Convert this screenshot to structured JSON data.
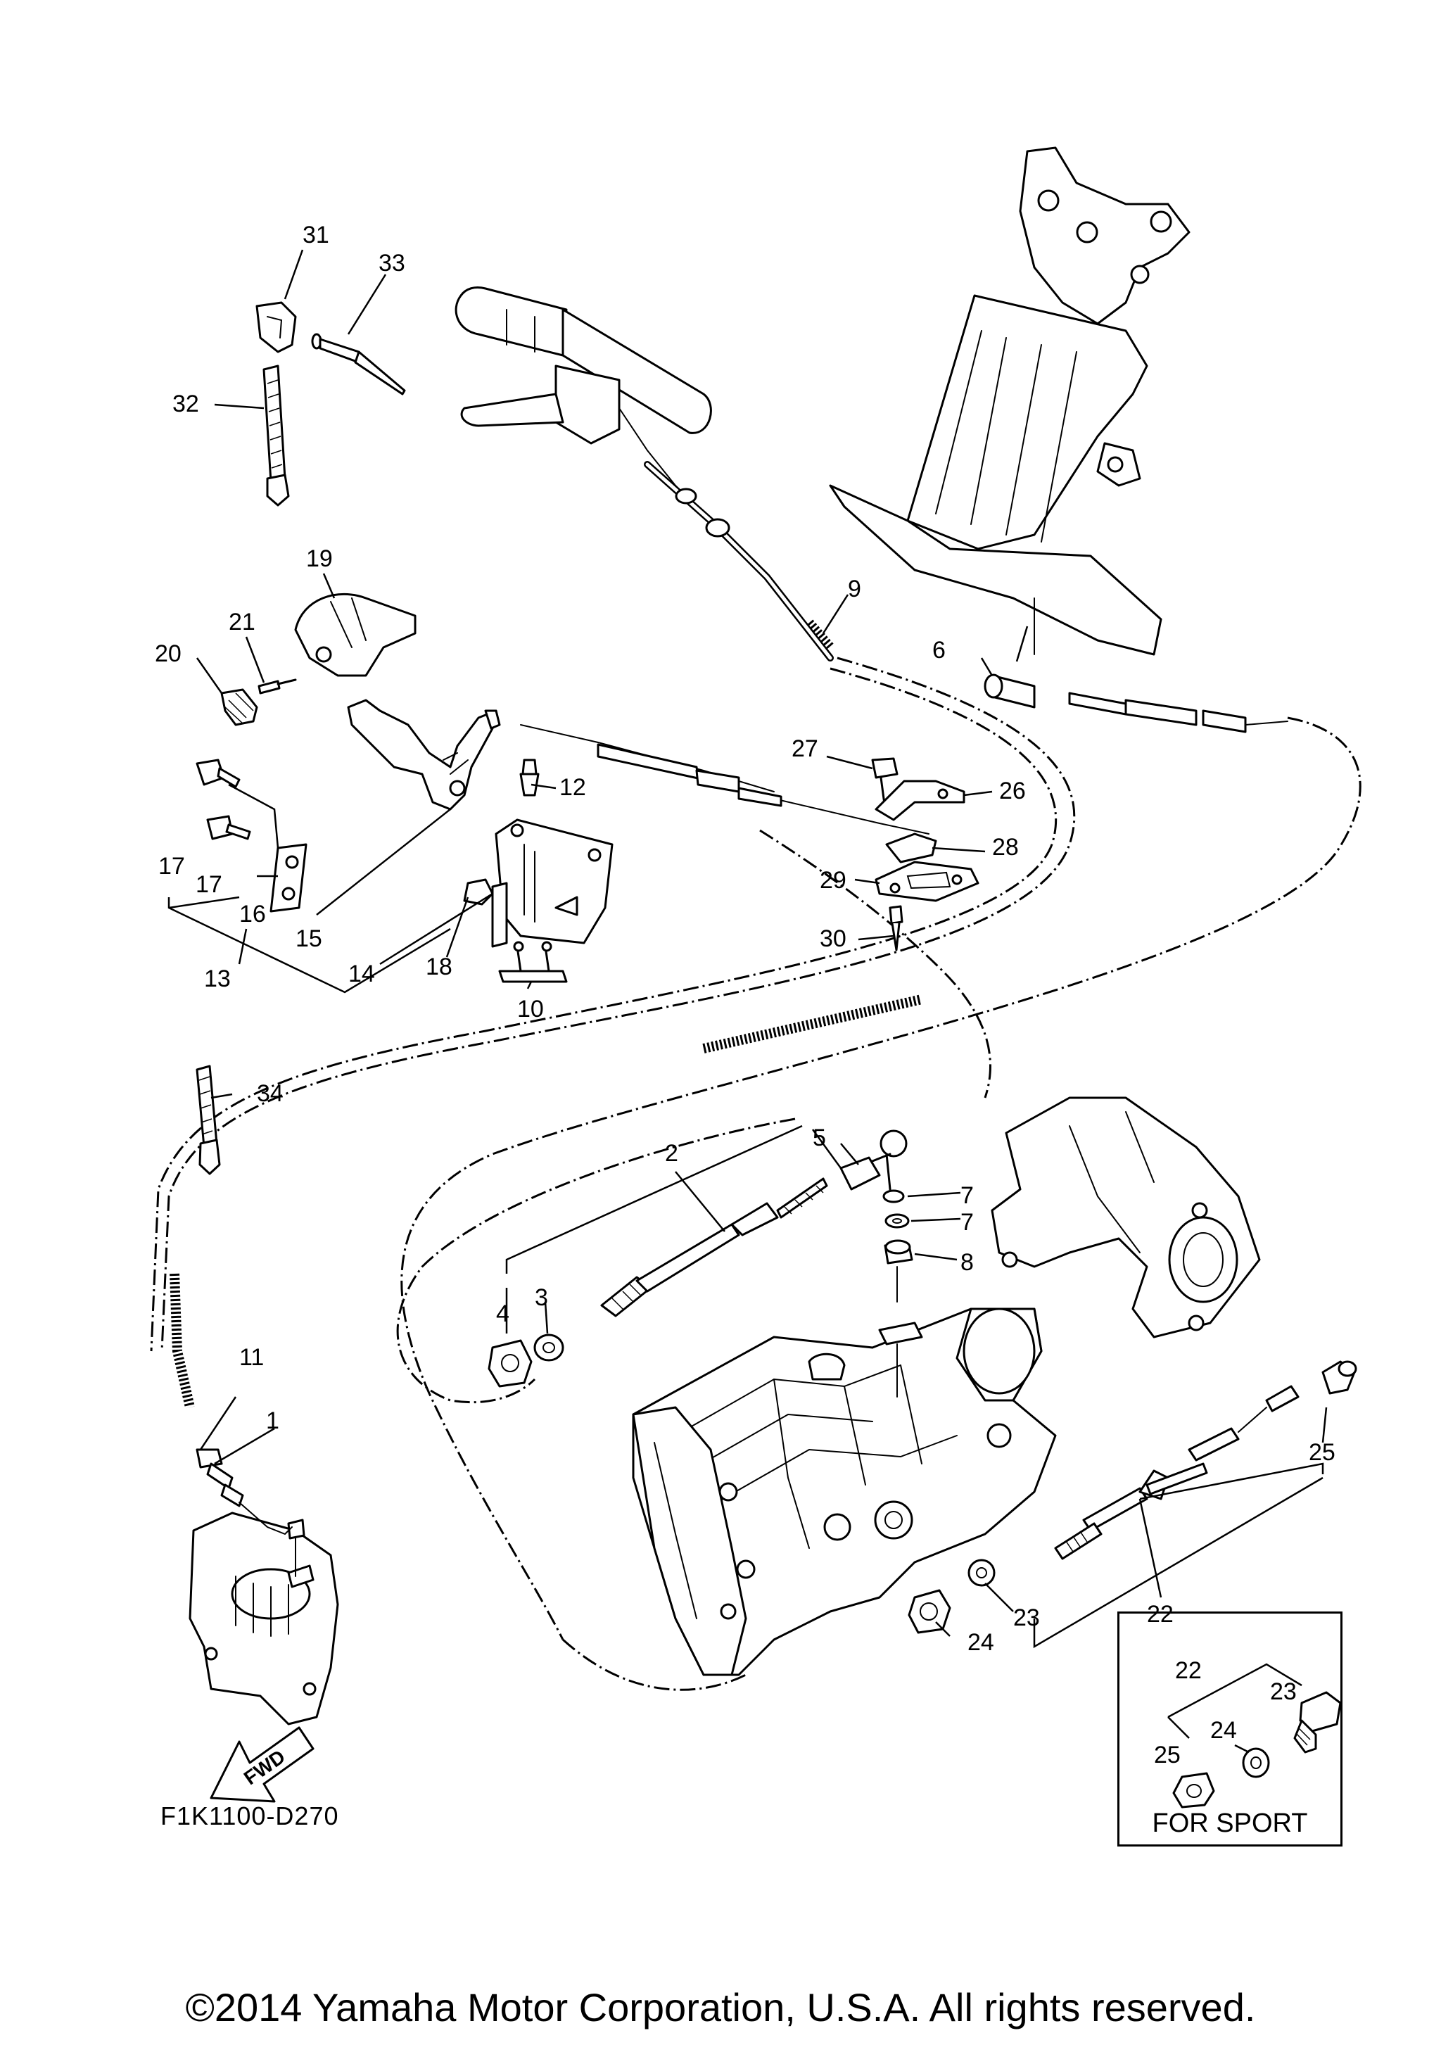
{
  "diagram": {
    "drawing_code": "F1K1100-D270",
    "copyright": "©2014 Yamaha Motor Corporation, U.S.A. All rights reserved.",
    "variant_box_label": "FOR SPORT",
    "fwd_arrow_label": "FWD",
    "callouts": {
      "c1": "1",
      "c2": "2",
      "c3": "3",
      "c4": "4",
      "c5": "5",
      "c6": "6",
      "c7a": "7",
      "c7b": "7",
      "c8": "8",
      "c9": "9",
      "c10": "10",
      "c11": "11",
      "c12": "12",
      "c13": "13",
      "c14": "14",
      "c15": "15",
      "c16": "16",
      "c17a": "17",
      "c17b": "17",
      "c18": "18",
      "c19": "19",
      "c20": "20",
      "c21": "21",
      "c22": "22",
      "c23": "23",
      "c24": "24",
      "c25": "25",
      "c26": "26",
      "c27": "27",
      "c28": "28",
      "c29": "29",
      "c30": "30",
      "c31": "31",
      "c32": "32",
      "c33": "33",
      "c34": "34",
      "s22": "22",
      "s23": "23",
      "s24": "24",
      "s25": "25"
    }
  }
}
